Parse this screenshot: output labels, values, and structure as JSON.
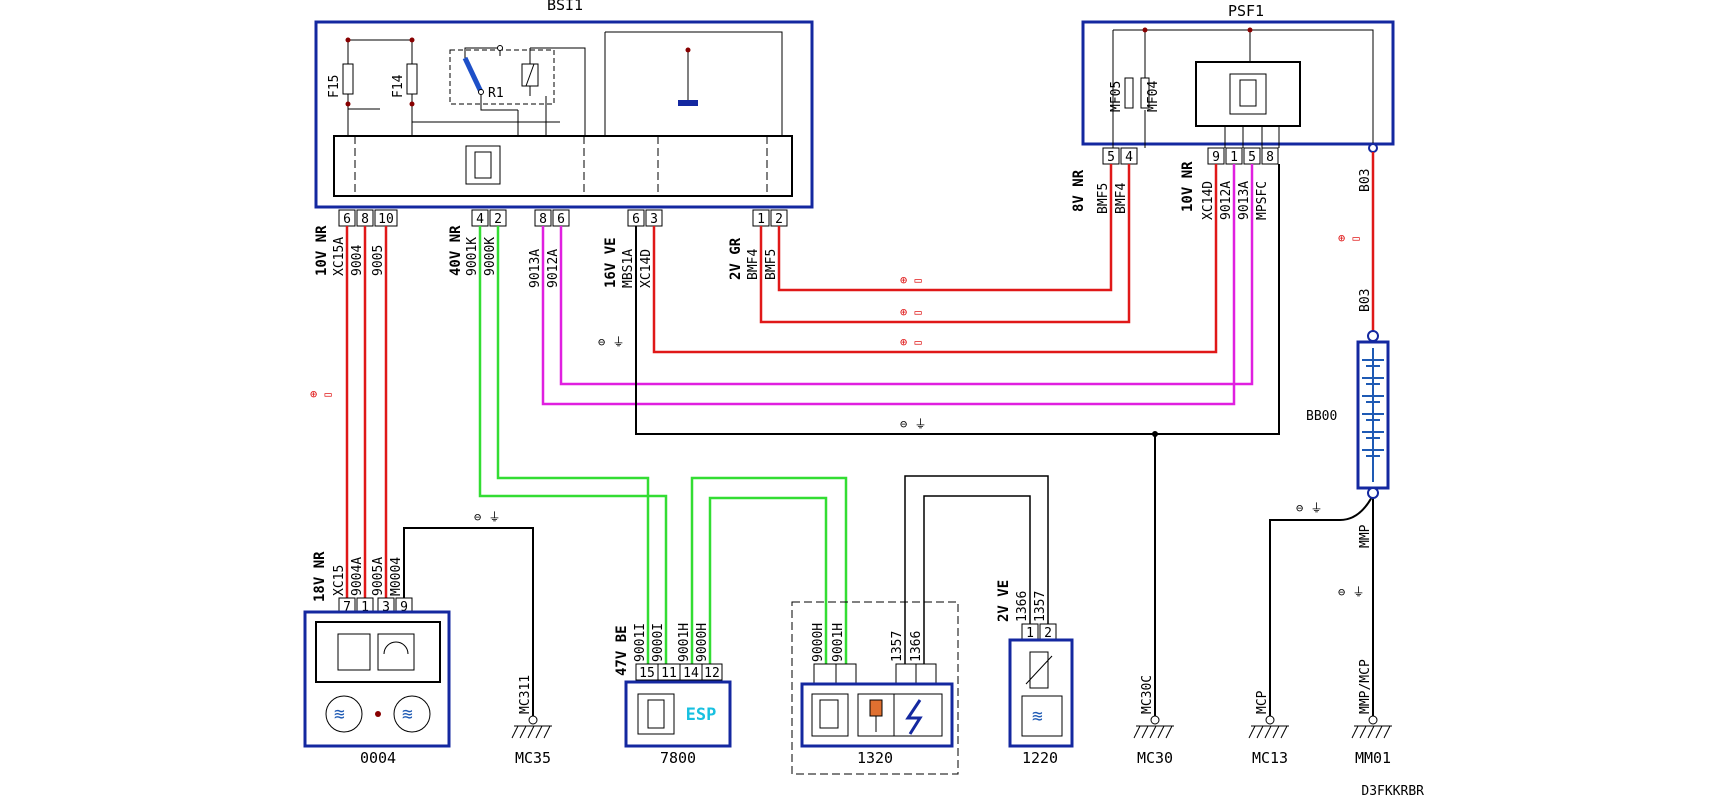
{
  "colors": {
    "box": "#1428a0",
    "wire_red": "#e01818",
    "wire_green": "#33dd33",
    "wire_magenta": "#e020e0",
    "wire_black": "#000000",
    "esp_text": "#18c0e0",
    "symbol_red": "#e01818"
  },
  "components": {
    "bsi1": {
      "title": "BSI1",
      "fuses": [
        "F15",
        "F14"
      ],
      "relay": "R1"
    },
    "psf1": {
      "title": "PSF1",
      "fuses": [
        "MF05",
        "MF04"
      ]
    },
    "bb00": {
      "label": "BB00"
    },
    "c0004": {
      "label": "0004"
    },
    "c7800": {
      "label": "7800",
      "module_text": "ESP"
    },
    "c1320": {
      "label": "1320"
    },
    "c1220": {
      "label": "1220"
    }
  },
  "grounds": {
    "mc35": {
      "label": "MC35",
      "wire": "MC311"
    },
    "mc30": {
      "label": "MC30",
      "wire": "MC30C"
    },
    "mc13": {
      "label": "MC13",
      "wire": "MCP"
    },
    "mm01": {
      "label": "MM01",
      "wire": "MMP/MCP"
    }
  },
  "connectors": {
    "bsi_10v": {
      "name": "10V NR",
      "pins": [
        "6",
        "8",
        "10"
      ],
      "wires": [
        "XC15A",
        "9004",
        "9005"
      ]
    },
    "bsi_40v": {
      "name": "40V NR",
      "pins": [
        "4",
        "2"
      ],
      "wires": [
        "9001K",
        "9000K"
      ]
    },
    "bsi_mid": {
      "pins": [
        "8",
        "6"
      ],
      "wires": [
        "9013A",
        "9012A"
      ]
    },
    "bsi_16v": {
      "name": "16V VE",
      "pins": [
        "6",
        "3"
      ],
      "wires": [
        "MBS1A",
        "XC14D"
      ]
    },
    "bsi_2v": {
      "name": "2V GR",
      "pins": [
        "1",
        "2"
      ],
      "wires": [
        "BMF4",
        "BMF5"
      ]
    },
    "psf_8v": {
      "name": "8V NR",
      "pins": [
        "5",
        "4"
      ],
      "wires": [
        "BMF5",
        "BMF4"
      ]
    },
    "psf_10v": {
      "name": "10V NR",
      "pins": [
        "9",
        "1",
        "5",
        "8"
      ],
      "wires": [
        "XC14D",
        "9012A",
        "9013A",
        "MPSFC"
      ]
    },
    "c0004_18v": {
      "name": "18V NR",
      "pins": [
        "7",
        "1",
        "3",
        "9"
      ],
      "wires": [
        "XC15",
        "9004A",
        "9005A",
        "M0004"
      ]
    },
    "c7800_47v": {
      "name": "47V BE",
      "pins": [
        "15",
        "11",
        "14",
        "12"
      ],
      "wires": [
        "9001I",
        "9000I",
        "9001H",
        "9000H"
      ]
    },
    "c1320_a": {
      "pins": [
        "",
        ""
      ],
      "wires": [
        "9000H",
        "9001H"
      ]
    },
    "c1320_b": {
      "pins": [
        "",
        ""
      ],
      "wires": [
        "1357",
        "1366"
      ]
    },
    "c1220_2v": {
      "name": "2V VE",
      "pins": [
        "1",
        "2"
      ],
      "wires": [
        "1366",
        "1357"
      ]
    }
  },
  "battery_wire": [
    "B03",
    "B03"
  ],
  "ground_wire": "MMP",
  "footer": "D3FKKRBR"
}
